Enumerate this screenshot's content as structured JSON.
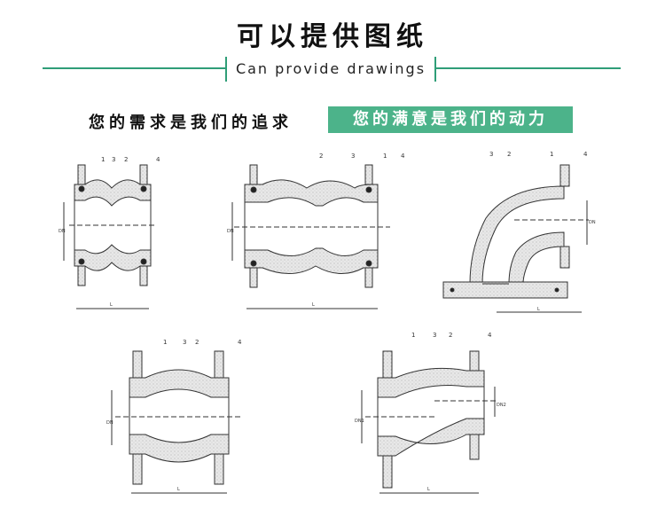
{
  "header": {
    "title": "可以提供图纸",
    "subtitle": "Can provide drawings"
  },
  "slogan": {
    "left": "您的需求是我们的追求",
    "right": "您的满意是我们的动力"
  },
  "colors": {
    "accent": "#2f9e78",
    "slogan_bg": "#4cb38a",
    "rubber_fill": "#e6e6e6"
  },
  "drawings": [
    {
      "part_labels": [
        "1",
        "3",
        "2",
        "4"
      ],
      "dim_labels": [
        "L",
        "DN"
      ]
    },
    {
      "part_labels": [
        "2",
        "3",
        "1",
        "4"
      ],
      "dim_labels": [
        "L",
        "DN"
      ]
    },
    {
      "part_labels": [
        "3",
        "2",
        "1",
        "4"
      ],
      "dim_labels": [
        "L",
        "DN"
      ]
    },
    {
      "part_labels": [
        "1",
        "3",
        "2",
        "4"
      ],
      "dim_labels": [
        "L",
        "DN"
      ]
    },
    {
      "part_labels": [
        "1",
        "3",
        "2",
        "4"
      ],
      "dim_labels": [
        "L",
        "DN1",
        "DN2"
      ]
    }
  ]
}
